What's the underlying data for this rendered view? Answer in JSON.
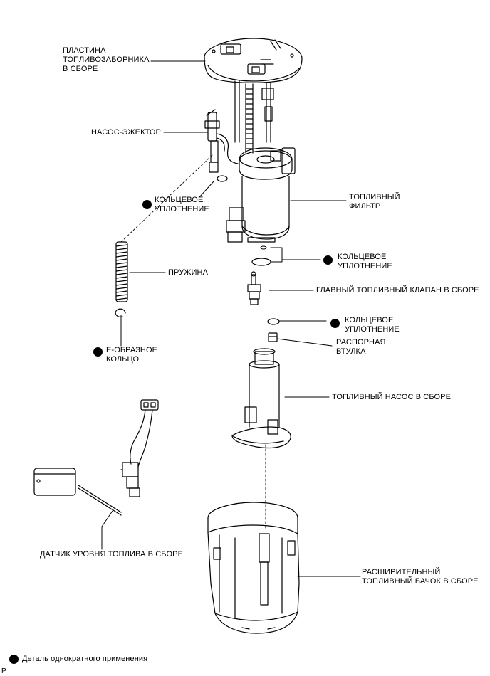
{
  "labels": {
    "plate": "ПЛАСТИНА\nТОПЛИВОЗАБОРНИКА\nВ СБОРЕ",
    "ejector": "НАСОС-ЭЖЕКТОР",
    "o_ring_1": "КОЛЬЦЕВОЕ\nУПЛОТНЕНИЕ",
    "fuel_filter": "ТОПЛИВНЫЙ\nФИЛЬТР",
    "o_ring_2": "КОЛЬЦЕВОЕ\nУПЛОТНЕНИЕ",
    "spring": "ПРУЖИНА",
    "main_valve": "ГЛАВНЫЙ ТОПЛИВНЫЙ КЛАПАН В СБОРЕ",
    "o_ring_3": "КОЛЬЦЕВОЕ\nУПЛОТНЕНИЕ",
    "spacer": "РАСПОРНАЯ\nВТУЛКА",
    "e_ring": "Е-ОБРАЗНОЕ\nКОЛЬЦО",
    "fuel_pump": "ТОПЛИВНЫЙ НАСОС В СБОРЕ",
    "level_sensor": "ДАТЧИК УРОВНЯ ТОПЛИВА В СБОРЕ",
    "sub_tank": "РАСШИРИТЕЛЬНЫЙ\nТОПЛИВНЫЙ БАЧОК В СБОРЕ"
  },
  "legend": {
    "text": "Деталь однократного применения",
    "marker_color": "#000000"
  },
  "corner_code": "P"
}
